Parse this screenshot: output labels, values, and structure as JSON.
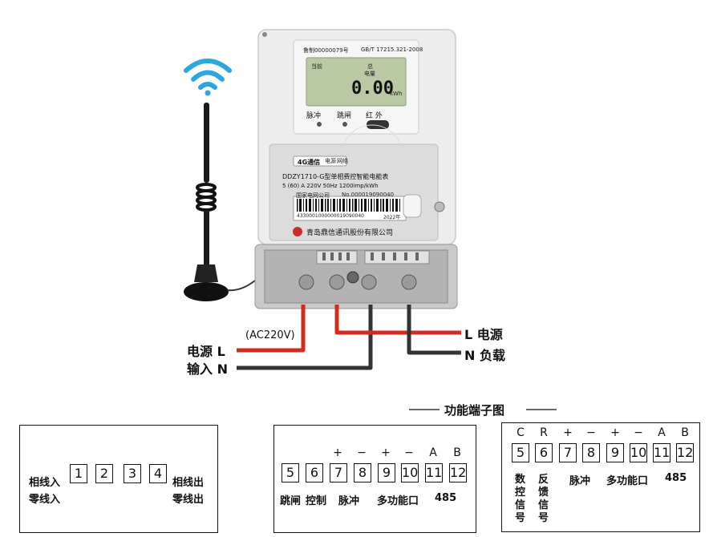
{
  "meter": {
    "cert": "鲁制00000079号",
    "standard": "GB/T 17215.321-2008",
    "lcd_label_current": "当前",
    "lcd_label_total": "总",
    "lcd_label_energy": "电量",
    "lcd_reading": "0.00",
    "lcd_unit": "kWh",
    "led_pulse": "脉冲",
    "led_trip": "跳闸",
    "led_ir": "红 外",
    "comm": "4G通信",
    "led_signal": "电源",
    "led_network": "网络",
    "model": "DDZY1710-G型单相费控智能电能表",
    "spec": "5 (60) A 220V 50Hz 1200imp/kWh",
    "owner": "国家电网公司",
    "serial_no": "No.000019090040",
    "barcode_digits": "4330001000000019090040",
    "year": "2022年",
    "maker": "青岛鼎信通讯股份有限公司"
  },
  "wiring": {
    "ac": "(AC220V)",
    "power_l": "电源  L",
    "input_n": "输入  N",
    "out_l": "L 电源",
    "out_n": "N 负载"
  },
  "section_title": "功能端子图",
  "left_box": {
    "terminals": [
      "1",
      "2",
      "3",
      "4"
    ],
    "phase_in": "相线入",
    "neutral_in": "零线入",
    "phase_out": "相线出",
    "neutral_out": "零线出"
  },
  "mid_box": {
    "terminals": [
      "5",
      "6",
      "7",
      "8",
      "9",
      "10",
      "11",
      "12"
    ],
    "signs": [
      "+",
      "−",
      "+",
      "−",
      "A",
      "B"
    ],
    "labels": [
      "跳闸",
      "控制",
      "脉冲",
      "多功能口",
      "485"
    ]
  },
  "right_box": {
    "terminals": [
      "5",
      "6",
      "7",
      "8",
      "9",
      "10",
      "11",
      "12"
    ],
    "signs": [
      "C",
      "R",
      "+",
      "−",
      "+",
      "−",
      "A",
      "B"
    ],
    "labels": [
      "脉冲",
      "多功能口",
      "485"
    ],
    "vert1": "数控信号",
    "vert2": "反馈信号"
  },
  "colors": {
    "red_wire": "#d42a20",
    "dark_wire": "#333333",
    "lcd": "#b8c9a4"
  }
}
